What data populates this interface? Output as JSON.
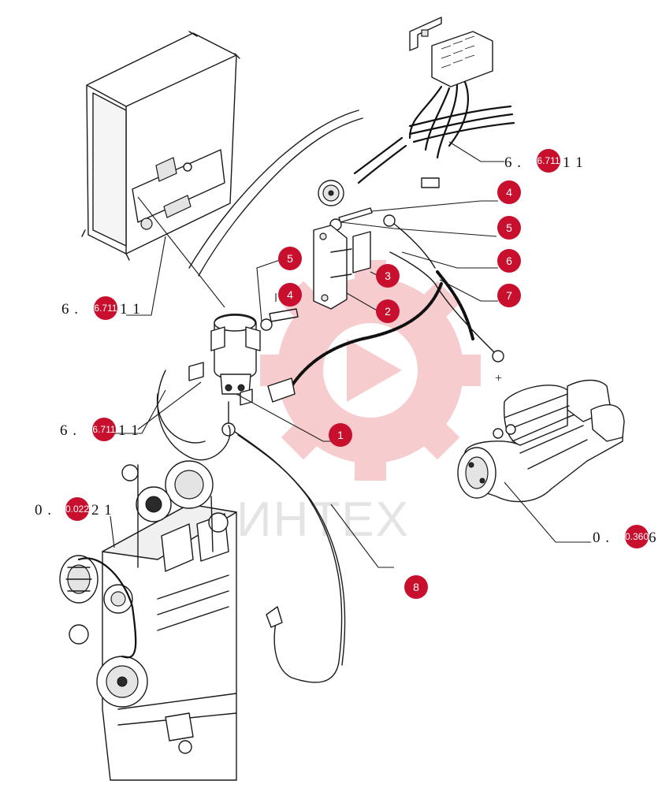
{
  "watermark": {
    "text": "ИНТЕХ",
    "color": "#f2a3a8"
  },
  "accent_color": "#c8102e",
  "callouts": [
    "1",
    "2",
    "3",
    "4",
    "4",
    "5",
    "5",
    "6",
    "7",
    "8"
  ],
  "refs": [
    {
      "prefix": "6 .",
      "badge": "6.711",
      "suffix": "1 1"
    },
    {
      "prefix": "6 .",
      "badge": "6.711",
      "suffix": "1 1"
    },
    {
      "prefix": "6 .",
      "badge": "6.711",
      "suffix": "1 1"
    },
    {
      "prefix": "0 .",
      "badge": "0.022",
      "suffix": "2 1"
    },
    {
      "prefix": "0 .",
      "badge": "0.360",
      "suffix": "6"
    }
  ],
  "terminal_sign": "+"
}
